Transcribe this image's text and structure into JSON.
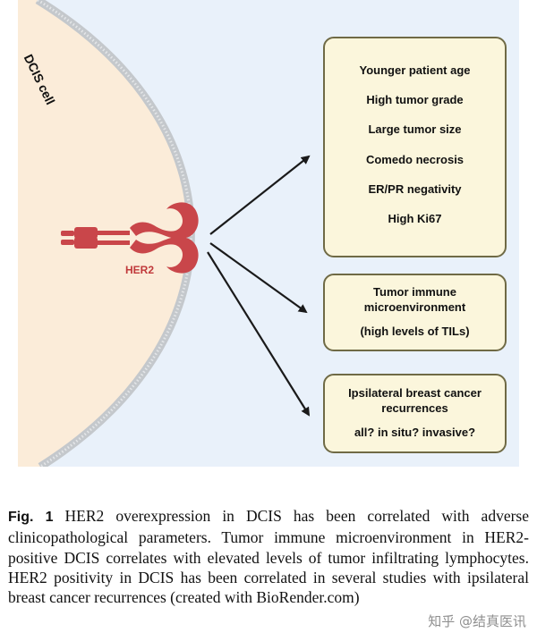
{
  "figure": {
    "cell_label": "DCIS cell",
    "receptor_label": "HER2",
    "boxes": {
      "clinicopathological": {
        "items": [
          "Younger patient age",
          "High tumor grade",
          "Large tumor size",
          "Comedo necrosis",
          "ER/PR negativity",
          "High Ki67"
        ]
      },
      "immune": {
        "line1": "Tumor immune",
        "line2": "microenvironment",
        "line3": "(high levels of TILs)"
      },
      "recurrence": {
        "line1": "Ipsilateral breast cancer",
        "line2": "recurrences",
        "line3": "all? in situ? invasive?"
      }
    },
    "colors": {
      "cell": "#fbecd9",
      "background": "#e9f1fa",
      "membrane": "#c9ccd0",
      "receptor": "#c9464a",
      "box_fill": "#fbf6dc",
      "box_border": "#6f6a45"
    }
  },
  "caption": {
    "label": "Fig. 1",
    "text": " HER2 overexpression in DCIS has been correlated with adverse clinicopathological parameters. Tumor immune microenvironment in HER2-positive DCIS correlates with elevated levels of tumor infiltrating lymphocytes. HER2 positivity in DCIS has been correlated in several studies with ipsilateral breast cancer recurrences (created with BioRender.com)"
  },
  "watermark": "知乎 @结真医讯"
}
